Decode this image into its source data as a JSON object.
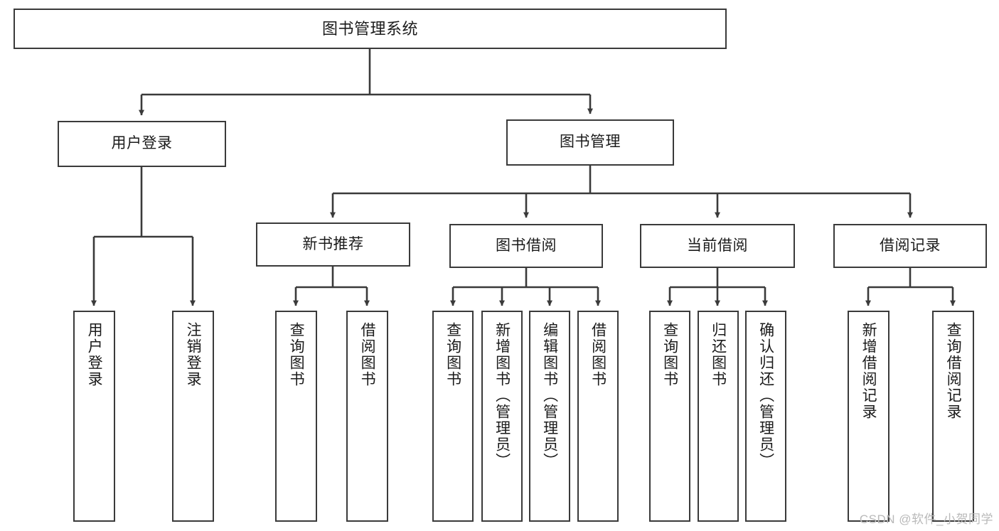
{
  "diagram": {
    "title": "图书管理系统",
    "type": "tree-hierarchy",
    "watermark": "CSDN @软件_小贺同学",
    "colors": {
      "stroke": "#3a3a3a",
      "fill": "#ffffff",
      "text": "#1b1b1b",
      "watermark": "#b9b9b9"
    },
    "levels": {
      "root": {
        "label": "图书管理系统"
      },
      "level2": [
        {
          "id": "user-login",
          "label": "用户登录"
        },
        {
          "id": "book-manage",
          "label": "图书管理"
        }
      ],
      "level3": [
        {
          "id": "new-book-rec",
          "label": "新书推荐"
        },
        {
          "id": "book-borrow",
          "label": "图书借阅"
        },
        {
          "id": "current-borrow",
          "label": "当前借阅"
        },
        {
          "id": "borrow-record",
          "label": "借阅记录"
        }
      ],
      "leaves": {
        "user-login": [
          {
            "id": "leaf-user-login",
            "label": "用户登录"
          },
          {
            "id": "leaf-logout-login",
            "label": "注销登录"
          }
        ],
        "new-book-rec": [
          {
            "id": "leaf-query-book-1",
            "label": "查询图书"
          },
          {
            "id": "leaf-borrow-book-1",
            "label": "借阅图书"
          }
        ],
        "book-borrow": [
          {
            "id": "leaf-query-book-2",
            "label": "查询图书"
          },
          {
            "id": "leaf-add-book",
            "label": "新增图书（管理员）"
          },
          {
            "id": "leaf-edit-book",
            "label": "编辑图书（管理员）"
          },
          {
            "id": "leaf-borrow-book-2",
            "label": "借阅图书"
          }
        ],
        "current-borrow": [
          {
            "id": "leaf-query-book-3",
            "label": "查询图书"
          },
          {
            "id": "leaf-return-book",
            "label": "归还图书"
          },
          {
            "id": "leaf-confirm-return",
            "label": "确认归还（管理员）"
          }
        ],
        "borrow-record": [
          {
            "id": "leaf-add-record",
            "label": "新增借阅记录"
          },
          {
            "id": "leaf-query-record",
            "label": "查询借阅记录"
          }
        ]
      }
    }
  }
}
